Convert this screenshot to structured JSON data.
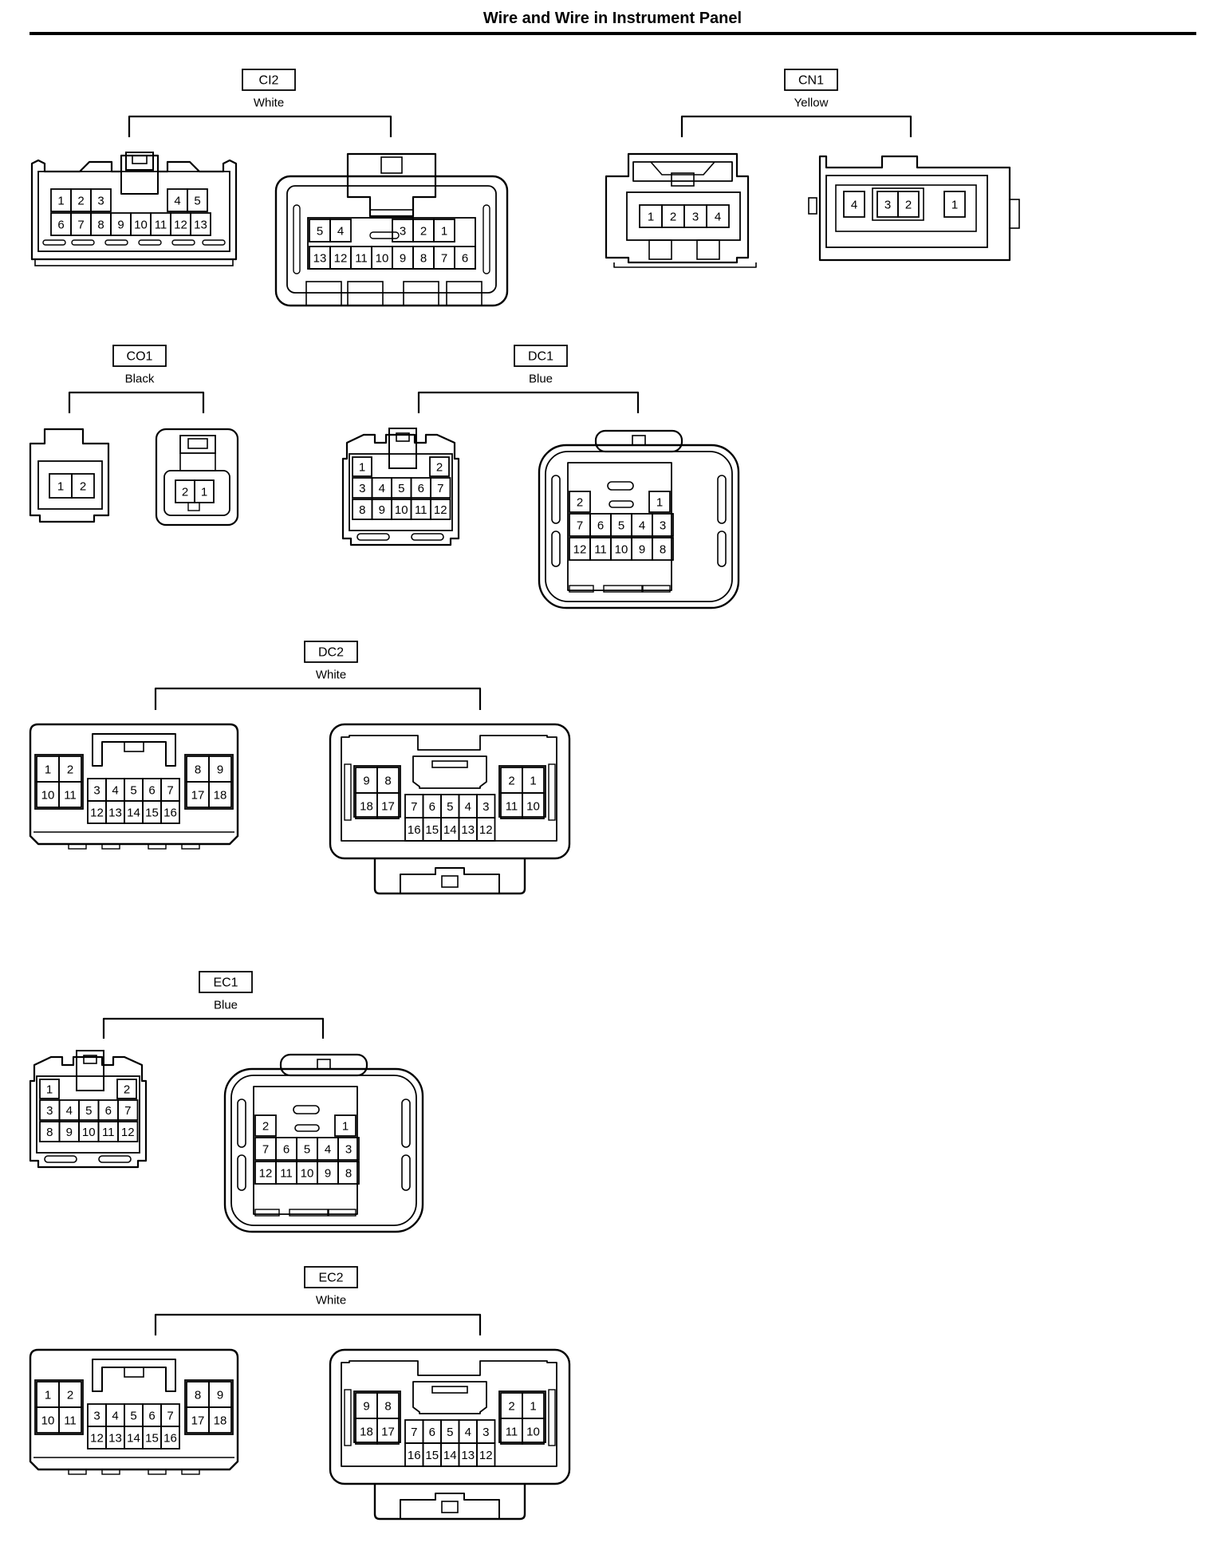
{
  "title": "Wire and Wire in Instrument Panel",
  "colors": {
    "ink": "#000000",
    "paper": "#ffffff"
  },
  "connectors": [
    {
      "id": "CI2",
      "color": "White",
      "left": {
        "rows": [
          [
            "1",
            "2",
            "3",
            "",
            "4",
            "5"
          ],
          [
            "6",
            "7",
            "8",
            "9",
            "10",
            "11",
            "12",
            "13"
          ]
        ]
      },
      "right": {
        "rows": [
          [
            "5",
            "4",
            "",
            "",
            "3",
            "2",
            "1"
          ],
          [
            "13",
            "12",
            "11",
            "10",
            "9",
            "8",
            "7",
            "6"
          ]
        ]
      }
    },
    {
      "id": "CN1",
      "color": "Yellow",
      "left": {
        "rows": [
          [
            "1",
            "2",
            "3",
            "4"
          ]
        ]
      },
      "right": {
        "rows": [
          [
            "4",
            "",
            "3",
            "2",
            "",
            "1"
          ]
        ]
      }
    },
    {
      "id": "CO1",
      "color": "Black",
      "left": {
        "rows": [
          [
            "1",
            "2"
          ]
        ]
      },
      "right": {
        "rows": [
          [
            "2",
            "1"
          ]
        ]
      }
    },
    {
      "id": "DC1",
      "color": "Blue",
      "left": {
        "rows": [
          [
            "1",
            "2"
          ],
          [
            "3",
            "4",
            "5",
            "6",
            "7"
          ],
          [
            "8",
            "9",
            "10",
            "11",
            "12"
          ]
        ]
      },
      "right": {
        "rows": [
          [
            "2",
            "1"
          ],
          [
            "7",
            "6",
            "5",
            "4",
            "3"
          ],
          [
            "12",
            "11",
            "10",
            "9",
            "8"
          ]
        ]
      }
    },
    {
      "id": "DC2",
      "color": "White",
      "left": {
        "groups": [
          {
            "rows": [
              [
                "1",
                "2"
              ],
              [
                "10",
                "11"
              ]
            ]
          },
          {
            "rows": [
              [
                "3",
                "4",
                "5",
                "6",
                "7"
              ],
              [
                "12",
                "13",
                "14",
                "15",
                "16"
              ]
            ]
          },
          {
            "rows": [
              [
                "8",
                "9"
              ],
              [
                "17",
                "18"
              ]
            ]
          }
        ]
      },
      "right": {
        "groups": [
          {
            "rows": [
              [
                "9",
                "8"
              ],
              [
                "18",
                "17"
              ]
            ]
          },
          {
            "rows": [
              [
                "7",
                "6",
                "5",
                "4",
                "3"
              ],
              [
                "16",
                "15",
                "14",
                "13",
                "12"
              ]
            ]
          },
          {
            "rows": [
              [
                "2",
                "1"
              ],
              [
                "11",
                "10"
              ]
            ]
          }
        ]
      }
    },
    {
      "id": "EC1",
      "color": "Blue",
      "left": {
        "rows": [
          [
            "1",
            "2"
          ],
          [
            "3",
            "4",
            "5",
            "6",
            "7"
          ],
          [
            "8",
            "9",
            "10",
            "11",
            "12"
          ]
        ]
      },
      "right": {
        "rows": [
          [
            "2",
            "1"
          ],
          [
            "7",
            "6",
            "5",
            "4",
            "3"
          ],
          [
            "12",
            "11",
            "10",
            "9",
            "8"
          ]
        ]
      }
    },
    {
      "id": "EC2",
      "color": "White",
      "left": {
        "groups": [
          {
            "rows": [
              [
                "1",
                "2"
              ],
              [
                "10",
                "11"
              ]
            ]
          },
          {
            "rows": [
              [
                "3",
                "4",
                "5",
                "6",
                "7"
              ],
              [
                "12",
                "13",
                "14",
                "15",
                "16"
              ]
            ]
          },
          {
            "rows": [
              [
                "8",
                "9"
              ],
              [
                "17",
                "18"
              ]
            ]
          }
        ]
      },
      "right": {
        "groups": [
          {
            "rows": [
              [
                "9",
                "8"
              ],
              [
                "18",
                "17"
              ]
            ]
          },
          {
            "rows": [
              [
                "7",
                "6",
                "5",
                "4",
                "3"
              ],
              [
                "16",
                "15",
                "14",
                "13",
                "12"
              ]
            ]
          },
          {
            "rows": [
              [
                "2",
                "1"
              ],
              [
                "11",
                "10"
              ]
            ]
          }
        ]
      }
    }
  ]
}
